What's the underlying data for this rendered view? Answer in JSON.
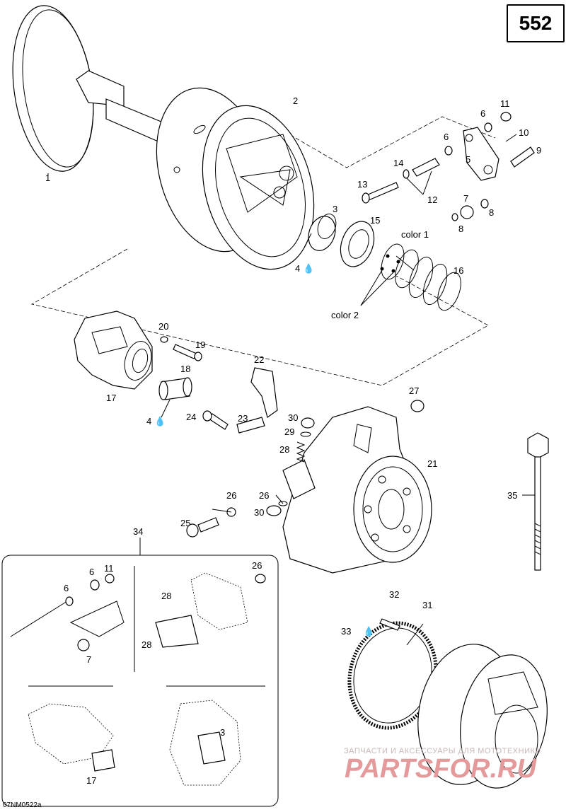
{
  "page_number": "552",
  "drawing_code": "07NM0522a",
  "watermark": {
    "top_text": "ЗАПЧАСТИ И АКСЕССУАРЫ ДЛЯ МОТОТЕХНИКИ",
    "main_text": "PARTSFOR.RU"
  },
  "callouts": {
    "c1": "1",
    "c2": "2",
    "c3": "3",
    "c4a": "4",
    "c4b": "4",
    "c5": "5",
    "c6a": "6",
    "c6b": "6",
    "c7": "7",
    "c8a": "8",
    "c8b": "8",
    "c9": "9",
    "c10": "10",
    "c11": "11",
    "c12": "12",
    "c13": "13",
    "c14": "14",
    "c15": "15",
    "c16": "16",
    "c17": "17",
    "c18": "18",
    "c19": "19",
    "c20": "20",
    "c21": "21",
    "c22": "22",
    "c23": "23",
    "c24": "24",
    "c25": "25",
    "c26a": "26",
    "c26b": "26",
    "c27": "27",
    "c28": "28",
    "c29": "29",
    "c30a": "30",
    "c30b": "30",
    "c31": "31",
    "c32": "32",
    "c33": "33",
    "c34": "34",
    "c35": "35",
    "color1": "color 1",
    "color2": "color 2",
    "i6a": "6",
    "i6b": "6",
    "i11": "11",
    "i7": "7",
    "i26": "26",
    "i28a": "28",
    "i28b": "28",
    "i17": "17",
    "i3": "3"
  },
  "icons": {
    "lubricant": "oil-drop-icon"
  }
}
